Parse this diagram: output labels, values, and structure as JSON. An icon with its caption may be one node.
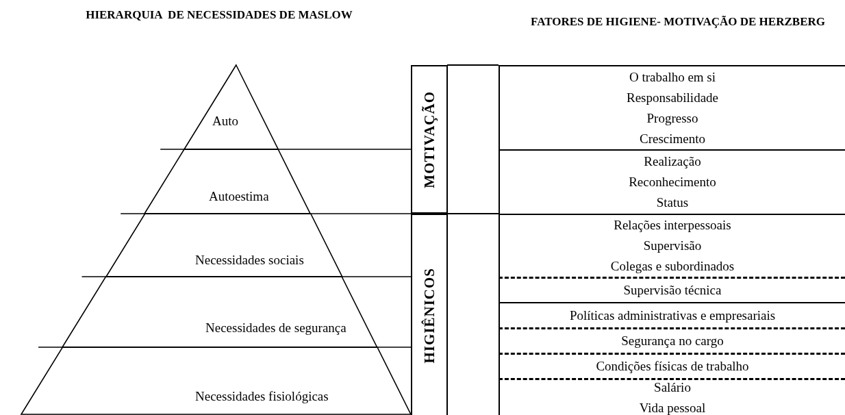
{
  "diagram": {
    "nodes": [
      {
        "text": [
          "Auto"
        ]
      },
      {
        "text": [
          "Autoestima"
        ]
      },
      {
        "text": [
          "Necessidades sociais"
        ]
      },
      {
        "text": [
          "Necessidades de segurança"
        ]
      },
      {
        "text": [
          "Necessidades fisiológicas"
        ]
      },
      {
        "text": [
          "MOTIVAÇÃO"
        ]
      },
      {
        "text": [
          "HIGIÊNICOS"
        ]
      },
      {
        "text": [
          "O trabalho em si",
          "Responsabilidade",
          "Progresso",
          "Crescimento"
        ]
      },
      {
        "text": [
          "Realização",
          "Reconhecimento",
          "Status"
        ]
      },
      {
        "text": [
          "Relações interpessoais",
          "Supervisão",
          "Colegas e subordinados"
        ]
      },
      {
        "text": [
          "Supervisão técnica"
        ]
      },
      {
        "text": [
          "Políticas administrativas e empresariais"
        ]
      },
      {
        "text": [
          "Segurança no cargo"
        ]
      },
      {
        "text": [
          "Condições físicas de trabalho"
        ]
      },
      {
        "text": [
          "Salário",
          "Vida pessoal"
        ]
      }
    ],
    "labels": [
      "HIERARQUIA  DE NECESSIDADES DE MASLOW",
      "FATORES DE HIGIENE- MOTIVAÇÃO DE HERZBERG"
    ]
  }
}
